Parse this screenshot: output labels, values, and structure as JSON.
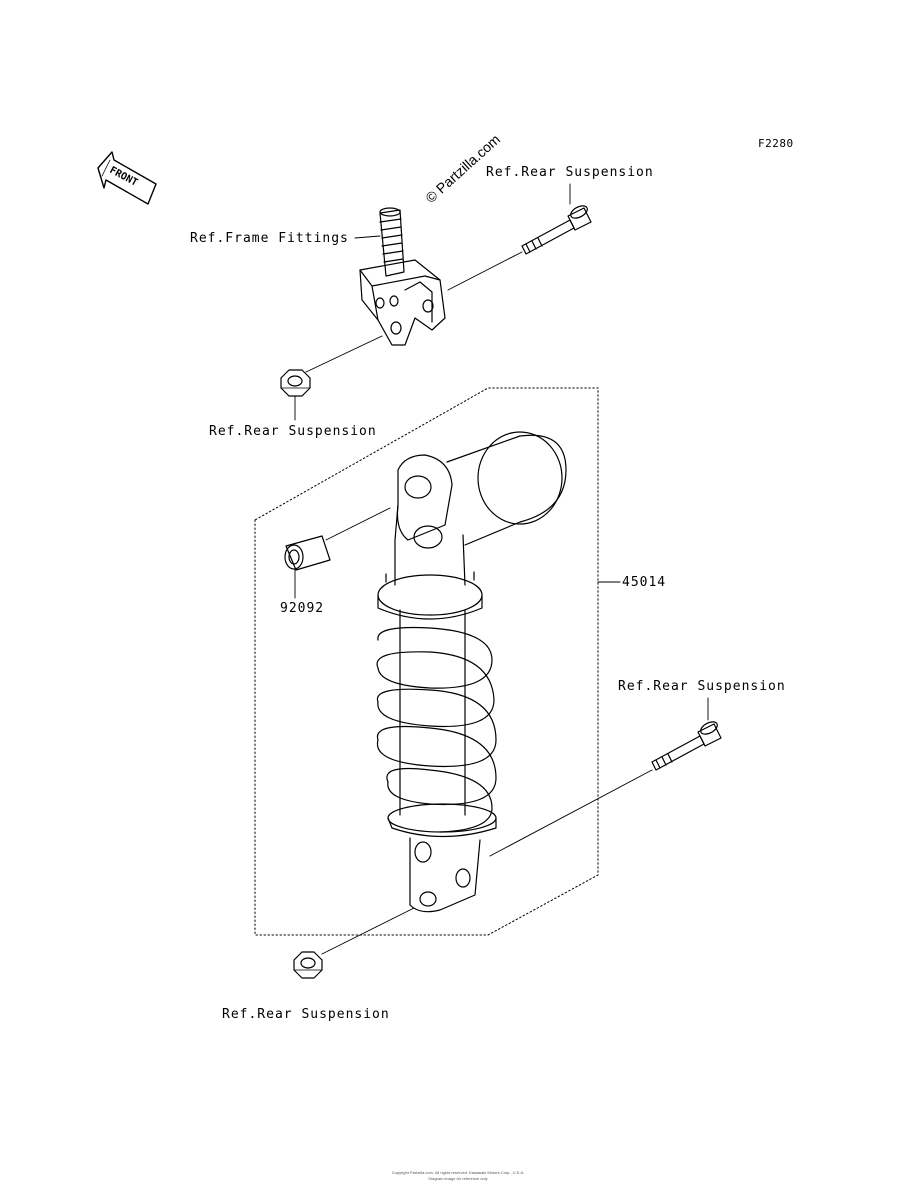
{
  "diagram_code": "F2280",
  "watermark": "© Partzilla.com",
  "front_label": "FRONT",
  "labels": {
    "rear_susp_top": "Ref.Rear Suspension",
    "frame_fittings": "Ref.Frame Fittings",
    "rear_susp_left": "Ref.Rear Suspension",
    "rear_susp_right": "Ref.Rear Suspension",
    "rear_susp_bottom": "Ref.Rear Suspension"
  },
  "parts": {
    "shock_absorber": "45014",
    "collar": "92092"
  },
  "footer": {
    "line1": "Copyright Partzilla.com. All rights reserved. Kawasaki Motors Corp., U.S.A.",
    "line2": "Diagram image for reference only"
  }
}
